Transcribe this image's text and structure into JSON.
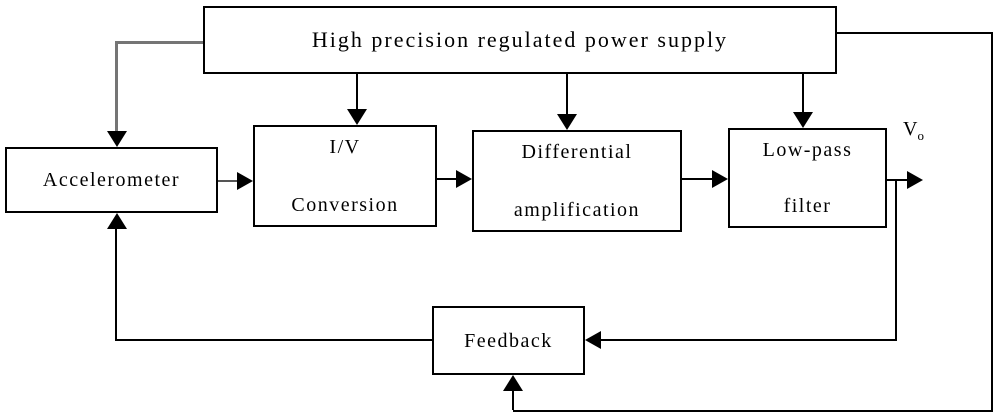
{
  "figure": {
    "type": "block-diagram",
    "background": "#ffffff",
    "line_color": "#000000",
    "gray_line_color": "#757575"
  },
  "blocks": {
    "power_supply": {
      "label": "High precision regulated power supply"
    },
    "accelerometer": {
      "label": "Accelerometer"
    },
    "iv_conversion": {
      "line1": "I/V",
      "line2": "Conversion"
    },
    "diff_amp": {
      "line1": "Differential",
      "line2": "amplification"
    },
    "low_pass": {
      "line1": "Low-pass",
      "line2": "filter"
    },
    "feedback": {
      "label": "Feedback"
    }
  },
  "output": {
    "symbol": "V",
    "subscript": "o"
  },
  "connections": [
    {
      "from": "power_supply",
      "to": "accelerometer"
    },
    {
      "from": "power_supply",
      "to": "iv_conversion"
    },
    {
      "from": "power_supply",
      "to": "diff_amp"
    },
    {
      "from": "power_supply",
      "to": "low_pass"
    },
    {
      "from": "power_supply",
      "to": "feedback"
    },
    {
      "from": "accelerometer",
      "to": "iv_conversion"
    },
    {
      "from": "iv_conversion",
      "to": "diff_amp"
    },
    {
      "from": "diff_amp",
      "to": "low_pass"
    },
    {
      "from": "low_pass",
      "to": "output_vo"
    },
    {
      "from": "low_pass",
      "to": "feedback"
    },
    {
      "from": "feedback",
      "to": "accelerometer"
    }
  ]
}
